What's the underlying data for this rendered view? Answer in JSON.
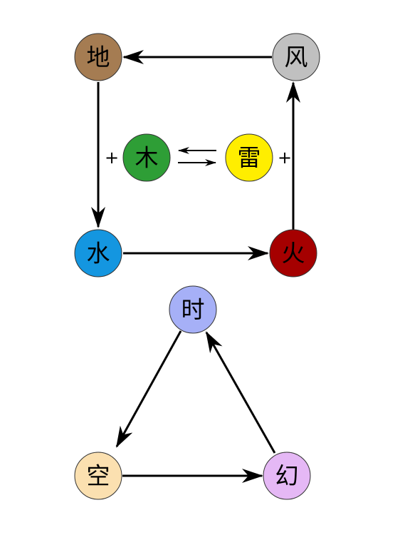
{
  "nodes": {
    "earth": {
      "label": "地",
      "color": "#a57c52"
    },
    "wind": {
      "label": "风",
      "color": "#c0c0c0"
    },
    "wood": {
      "label": "木",
      "color": "#2e9e36"
    },
    "thunder": {
      "label": "雷",
      "color": "#ffee00"
    },
    "water": {
      "label": "水",
      "color": "#1496e0"
    },
    "fire": {
      "label": "火",
      "color": "#a50000"
    },
    "time": {
      "label": "时",
      "color": "#a6b0f7"
    },
    "space": {
      "label": "空",
      "color": "#fbe0b0"
    },
    "illusion": {
      "label": "幻",
      "color": "#e5b8f5"
    }
  },
  "plus_signs": {
    "left": "+",
    "right": "+"
  }
}
